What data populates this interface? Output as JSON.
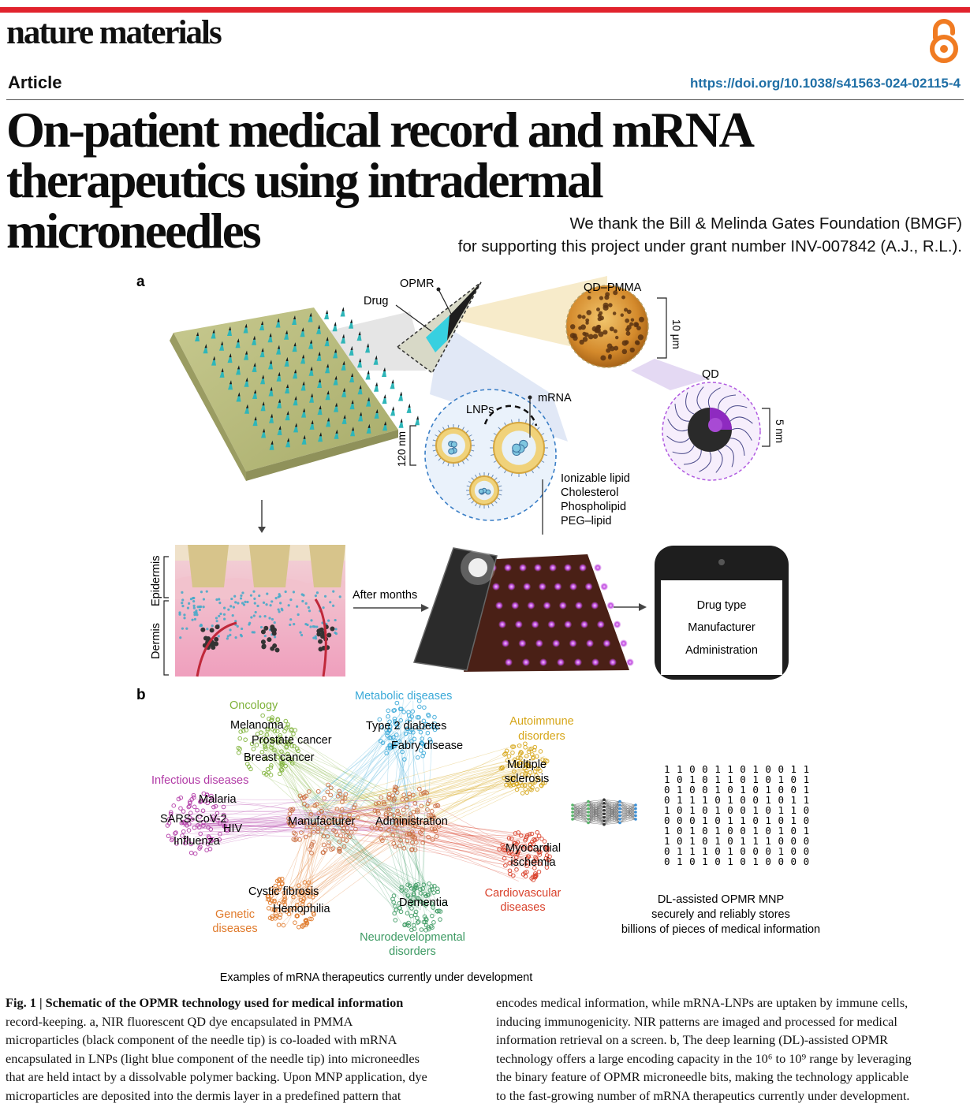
{
  "header": {
    "journal": "nature materials",
    "article_type": "Article",
    "doi": "https://doi.org/10.1038/s41563-024-02115-4",
    "title_lines": [
      "On-patient medical record and mRNA",
      "therapeutics using intradermal",
      "microneedles"
    ],
    "acknowledgement_lines": [
      "We thank the Bill & Melinda Gates Foundation (BMGF)",
      "for supporting this project under grant number INV-007842 (A.J., R.L.)."
    ],
    "open_access_icon": "open-access-lock-icon",
    "colors": {
      "accent_bar": "#e1232d",
      "doi": "#1f6fa6",
      "oa": "#f07b22"
    }
  },
  "figure": {
    "panel_a": {
      "label": "a",
      "opmr": "OPMR",
      "drug": "Drug",
      "qd_pmma": "QD–PMMA",
      "size_10um": "10 μm",
      "qd": "QD",
      "size_5nm": "5 nm",
      "mrna": "mRNA",
      "lnps": "LNPs",
      "size_120nm": "120 nm",
      "lnp_components": [
        "Ionizable lipid",
        "Cholesterol",
        "Phospholipid",
        "PEG–lipid"
      ],
      "epidermis": "Epidermis",
      "dermis": "Dermis",
      "after_months": "After months",
      "phone_items": [
        "Drug type",
        "Manufacturer",
        "Administration"
      ]
    },
    "panel_b": {
      "label": "b",
      "groups": {
        "oncology": "Oncology",
        "metabolic": "Metabolic diseases",
        "autoimmune": [
          "Autoimmune",
          "disorders"
        ],
        "infectious": "Infectious diseases",
        "genetic": [
          "Genetic",
          "diseases"
        ],
        "neuro": [
          "Neurodevelopmental",
          "disorders"
        ],
        "cardio": [
          "Cardiovascular",
          "diseases"
        ]
      },
      "diseases": {
        "melanoma": "Melanoma",
        "prostate": "Prostate cancer",
        "breast": "Breast cancer",
        "t2d": "Type 2 diabetes",
        "fabry": "Fabry disease",
        "ms": [
          "Multiple",
          "sclerosis"
        ],
        "malaria": "Malaria",
        "sars": "SARS-CoV-2",
        "hiv": "HIV",
        "influenza": "Influenza",
        "cf": "Cystic fibrosis",
        "hemophilia": "Hemophilia",
        "dementia": "Dementia",
        "mi": [
          "Myocardial",
          "ischemia"
        ]
      },
      "hubs": [
        "Manufacturer",
        "Administration"
      ],
      "binary_rows": [
        "1 1 0 0 1 1 0 1 0 0 1 1",
        "1 0 1 0 1 1 0 1 0 1 0 1",
        "0 1 0 0 1 0 1 0 1 0 0 1",
        "0 1 1 1 0 1 0 0 1 0 1 1",
        "1 0 1 0 1 0 0 1 0 1 1 0",
        "0 0 0 1 0 1 1 0 1 0 1 0",
        "1 0 1 0 1 0 0 1 0 1 0 1",
        "1 0 1 0 1 0 1 1 1 0 0 0",
        "0 1 1 1 0 1 0 0 0 1 0 0",
        "0 1 0 1 0 1 0 1 0 0 0 0"
      ],
      "dl_text": [
        "DL-assisted OPMR MNP",
        "securely and reliably stores",
        "billions of pieces of medical information"
      ],
      "examples_caption": "Examples of mRNA therapeutics currently under development",
      "colors": {
        "oncology": "#7fb23a",
        "metabolic": "#3aa9d8",
        "autoimmune": "#d6a619",
        "infectious": "#b13aa6",
        "genetic": "#e07a2b",
        "neuro": "#3d9a63",
        "cardio": "#d9412b",
        "hub": "#c96a3c"
      }
    }
  },
  "caption": {
    "left_lines": [
      "Fig. 1 | Schematic of the OPMR technology used for medical information",
      "record-keeping. a, NIR fluorescent QD dye encapsulated in PMMA",
      "microparticles (black component of the needle tip) is co-loaded with mRNA",
      "encapsulated in LNPs (light blue component of the needle tip) into microneedles",
      "that are held intact by a dissolvable polymer backing. Upon MNP application, dye",
      "microparticles are deposited into the dermis layer in a predefined pattern that"
    ],
    "right_lines": [
      "encodes medical information, while mRNA-LNPs are uptaken by immune cells,",
      "inducing immunogenicity. NIR patterns are imaged and processed for medical",
      "information retrieval on a screen. b, The deep learning (DL)-assisted OPMR",
      "technology offers a large encoding capacity in the 10⁶ to 10⁹ range by leveraging",
      "the binary feature of OPMR microneedle bits, making the technology applicable",
      "to the fast-growing number of mRNA therapeutics currently under development."
    ]
  }
}
